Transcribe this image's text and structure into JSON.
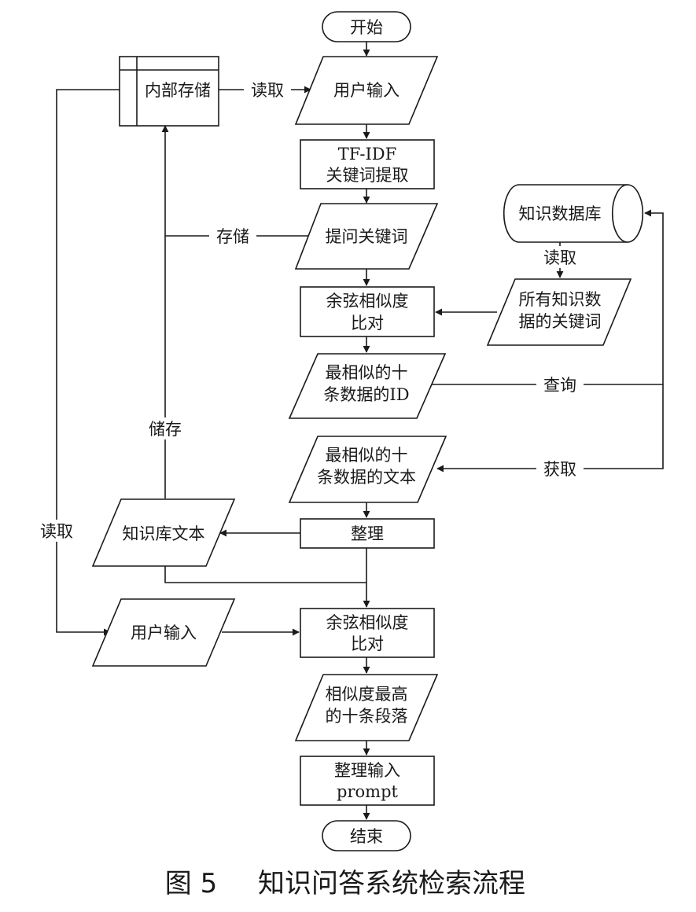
{
  "nodes": {
    "start": "开始",
    "user_input_1": "用户输入",
    "internal_storage": "内部存储",
    "tfidf_line1": "TF-IDF",
    "tfidf_line2": "关键词提取",
    "question_keywords": "提问关键词",
    "knowledge_db": "知识数据库",
    "cosine_1_line1": "余弦相似度",
    "cosine_1_line2": "比对",
    "all_keywords_line1": "所有知识数",
    "all_keywords_line2": "据的关键词",
    "top10_id_line1": "最相似的十",
    "top10_id_line2": "条数据的ID",
    "top10_text_line1": "最相似的十",
    "top10_text_line2": "条数据的文本",
    "organize": "整理",
    "kb_text": "知识库文本",
    "user_input_2": "用户输入",
    "cosine_2_line1": "余弦相似度",
    "cosine_2_line2": "比对",
    "top10_para_line1": "相似度最高",
    "top10_para_line2": "的十条段落",
    "prompt_line1": "整理输入",
    "prompt_line2": "prompt",
    "end": "结束"
  },
  "edge_labels": {
    "read_storage": "读取",
    "store_keywords": "存储",
    "read_db": "读取",
    "query": "查询",
    "fetch": "获取",
    "store_text": "储存",
    "read_left": "读取"
  },
  "caption": {
    "figure": "图 5",
    "title": "知识问答系统检索流程"
  }
}
